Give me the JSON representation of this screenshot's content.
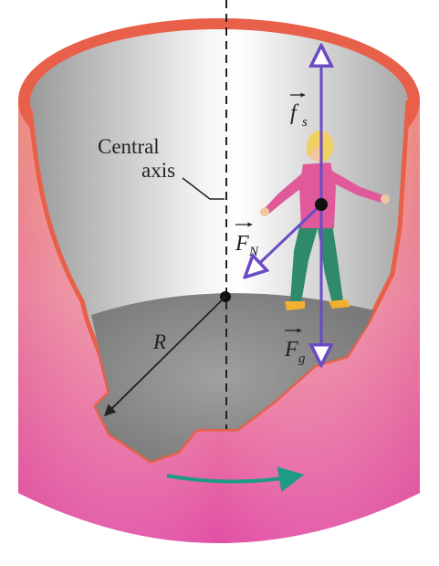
{
  "labels": {
    "central_axis_line1": "Central",
    "central_axis_line2": "axis",
    "radius": "R",
    "friction_force": "f",
    "friction_sub": "s",
    "normal_force": "F",
    "normal_sub": "N",
    "gravity_force": "F",
    "gravity_sub": "g"
  },
  "colors": {
    "rim": "#e8604a",
    "outer_wall_orange": "#f2a35a",
    "outer_wall_pink": "#e65aa8",
    "inner_wall": "#b8b8b8",
    "floor": "#8f8f8f",
    "force_vector": "#6a4bc4",
    "rotation_arrow": "#1e9a86",
    "shirt": "#e05a9a",
    "pants": "#2e8a6a",
    "hair": "#f0d060"
  },
  "icons": {
    "rotation": "curved-arrow-right",
    "vectors": "arrow"
  }
}
